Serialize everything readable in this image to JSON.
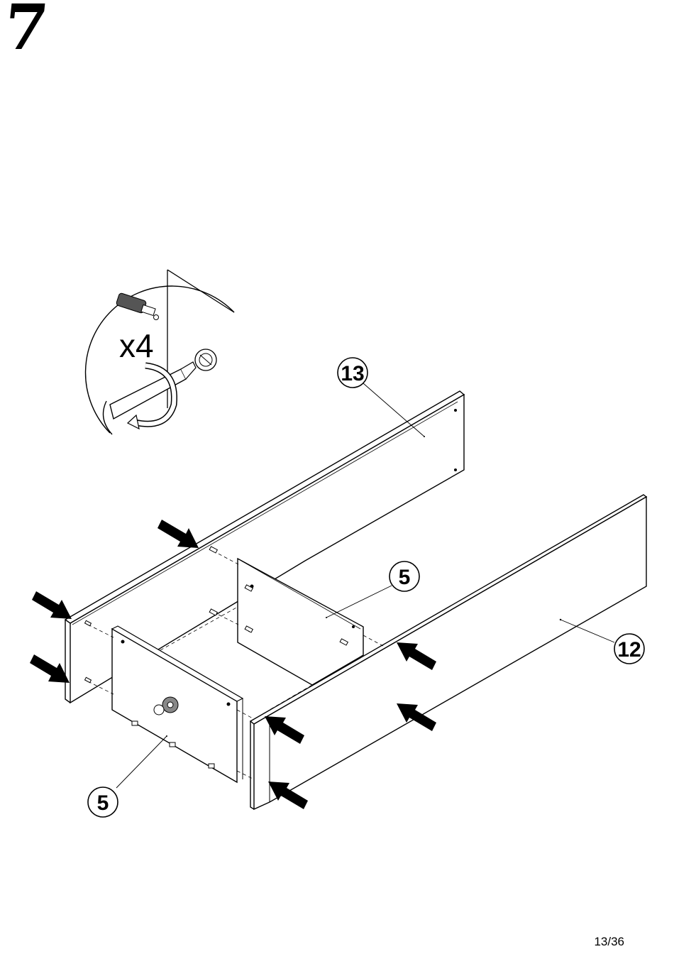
{
  "step": {
    "number": "7"
  },
  "detail": {
    "quantity": "x4"
  },
  "callouts": [
    {
      "id": "part-13-callout",
      "label": "13"
    },
    {
      "id": "part-5-callout-upper",
      "label": "5"
    },
    {
      "id": "part-12-callout",
      "label": "12"
    },
    {
      "id": "part-5-callout-lower",
      "label": "5"
    }
  ],
  "footer": {
    "page": "13/36"
  }
}
